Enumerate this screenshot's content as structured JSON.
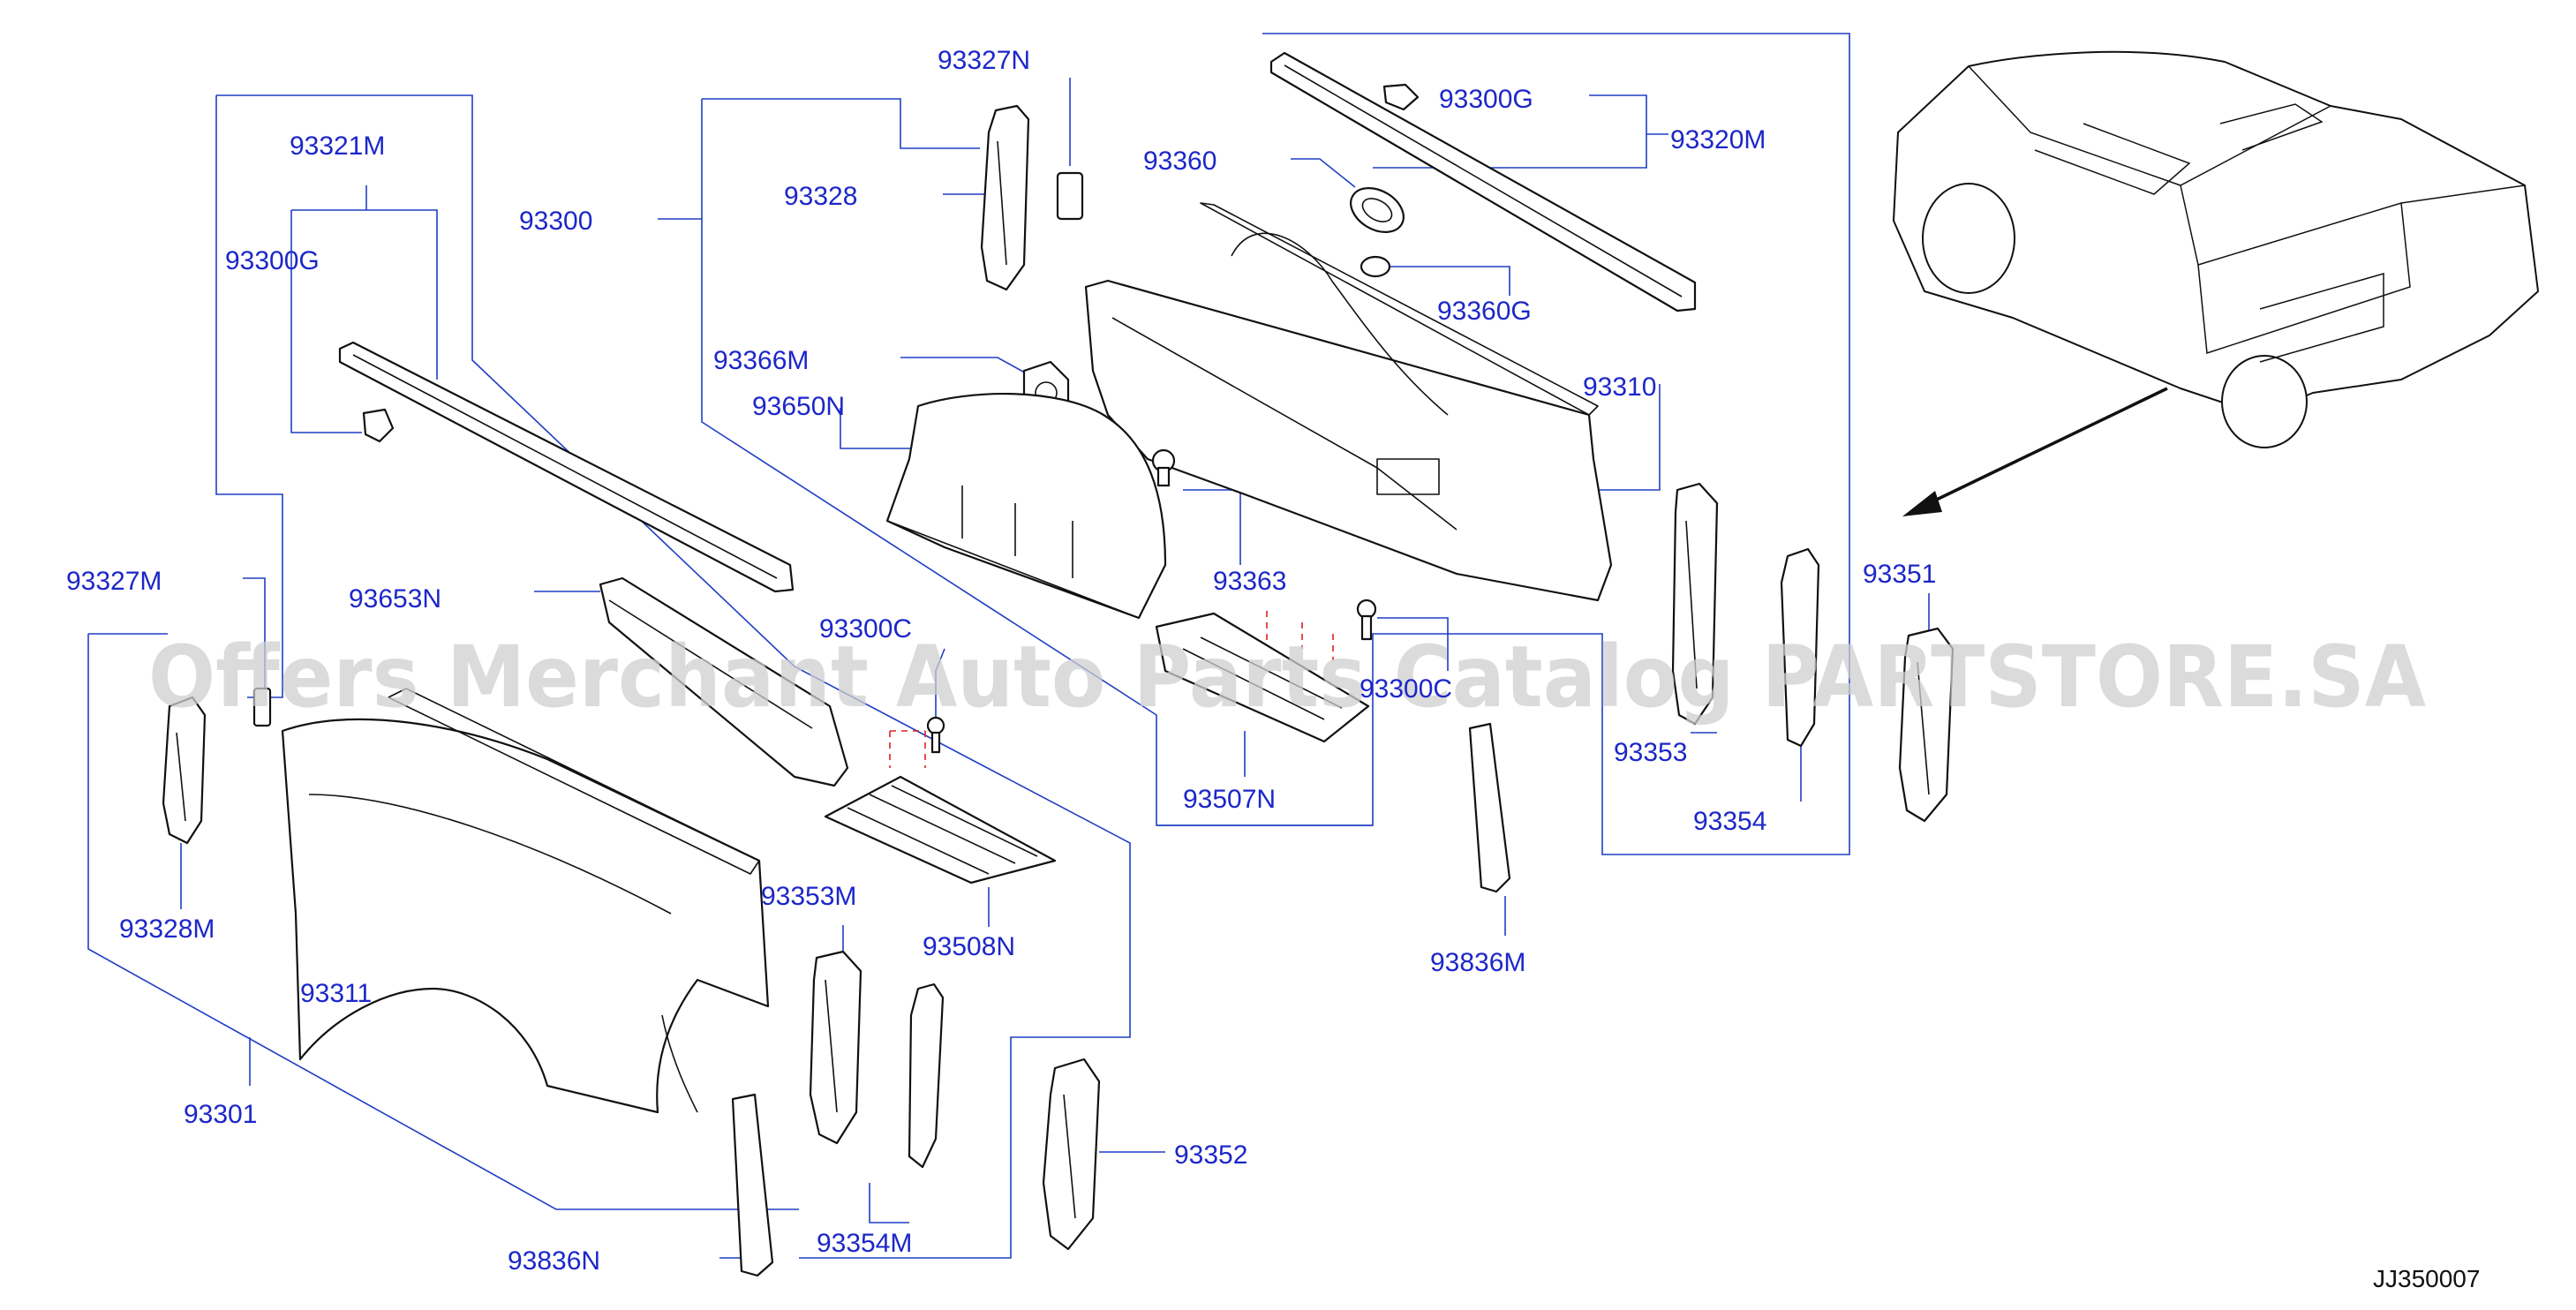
{
  "labels": {
    "l93327N": "93327N",
    "l93300G_a": "93300G",
    "l93320M": "93320M",
    "l93321M": "93321M",
    "l93300": "93300",
    "l93328": "93328",
    "l93360": "93360",
    "l93300G_b": "93300G",
    "l93360G": "93360G",
    "l93366M": "93366M",
    "l93650N": "93650N",
    "l93310": "93310",
    "l93327M": "93327M",
    "l93653N": "93653N",
    "l93363": "93363",
    "l93351": "93351",
    "l93300C_a": "93300C",
    "l93300C_b": "93300C",
    "l93353": "93353",
    "l93507N": "93507N",
    "l93354": "93354",
    "l93328M": "93328M",
    "l93353M": "93353M",
    "l93508N": "93508N",
    "l93311": "93311",
    "l93836M": "93836M",
    "l93301": "93301",
    "l93352": "93352",
    "l93354M": "93354M",
    "l93836N": "93836N"
  },
  "reference_code": "JJ350007",
  "watermark": "Offers Merchant Auto Parts Catalog PARTSTORE.SA",
  "colors": {
    "label": "#1c27c8",
    "leader_line": "#1f3fc4",
    "part_outline": "#111111",
    "fastener_hint": "#e02020",
    "watermark": "#cfcfcf"
  }
}
